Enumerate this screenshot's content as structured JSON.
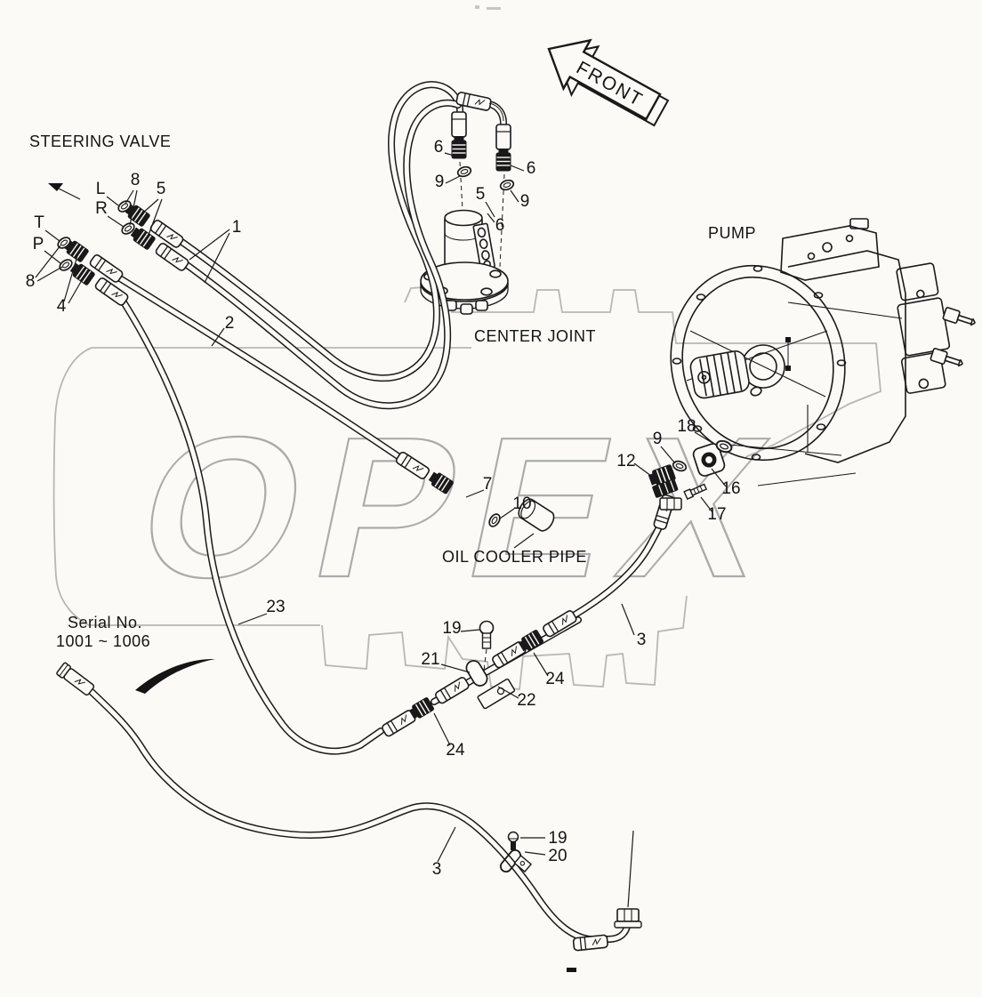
{
  "texts": {
    "steering_valve": "STEERING VALVE",
    "pump": "PUMP",
    "center_joint": "CENTER JOINT",
    "oil_cooler_pipe": "OIL COOLER PIPE",
    "serial_no_line1": "Serial No.",
    "serial_no_line2": "1001 ~ 1006",
    "front": "FRONT",
    "watermark": "OPEX"
  },
  "callouts": [
    "8",
    "L",
    "5",
    "R",
    "T",
    "P",
    "8",
    "4",
    "1",
    "2",
    "6",
    "9",
    "5",
    "6",
    "9",
    "6",
    "12",
    "9",
    "18",
    "16",
    "17",
    "7",
    "10",
    "23",
    "19",
    "21",
    "24",
    "22",
    "24",
    "3",
    "3",
    "19",
    "20"
  ],
  "colors": {
    "background": "#fbfaf6",
    "line": "#1a1a1a",
    "silhouette": "#b7b7b5",
    "watermark": "#ababab"
  }
}
